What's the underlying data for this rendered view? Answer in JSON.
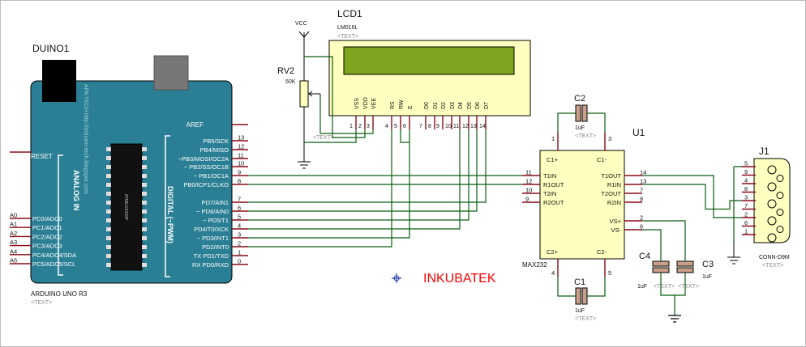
{
  "title_text": "INKUBATEK",
  "colors": {
    "board": "#2a7f95",
    "wire": "#0b5e10",
    "part_fill": "#ffffbf",
    "part_stroke": "#000000",
    "lcd_screen": "#7ea51f",
    "pin_red": "#8a0a16",
    "brand": "#ff0000",
    "placeholder": "#8a8a8a"
  },
  "arduino": {
    "ref": "DUINO1",
    "model": "ARDUINO UNO R3",
    "text_placeholder": "<TEXT>",
    "url": "APA TECH http://arduino-tech.blogspot.com",
    "chip_label": "ATMEGA328P",
    "analog_title": "ANALOG IN",
    "digital_title": "DIGITAL (~PWM)",
    "reset": "RESET",
    "aref": "AREF",
    "analog_pins": [
      {
        "num": "A0",
        "name": "PC0/ADC0"
      },
      {
        "num": "A1",
        "name": "PC1/ADC1"
      },
      {
        "num": "A2",
        "name": "PC2/ADC2"
      },
      {
        "num": "A3",
        "name": "PC3/ADC3"
      },
      {
        "num": "A4",
        "name": "PC4/ADC4/SDA"
      },
      {
        "num": "A5",
        "name": "PC5/ADC5/SCL"
      }
    ],
    "digital_pins": [
      {
        "num": "13",
        "name": "PB5/SCK"
      },
      {
        "num": "12",
        "name": "PB4/MISO"
      },
      {
        "num": "11",
        "name": "~PB3/MOSI/OC2A"
      },
      {
        "num": "10",
        "name": "~ PB2/SS/OC1B"
      },
      {
        "num": "9",
        "name": "~ PB1/OC1A"
      },
      {
        "num": "8",
        "name": "PB0/ICP1/CLKO"
      },
      {
        "num": "7",
        "name": "PD7/AIN1"
      },
      {
        "num": "6",
        "name": "~ PD6/AIN0"
      },
      {
        "num": "5",
        "name": "~ PD5/T1"
      },
      {
        "num": "4",
        "name": "PD4/T0/XCK"
      },
      {
        "num": "3",
        "name": "~ PD3/INT1"
      },
      {
        "num": "2",
        "name": "PD2/INT0"
      },
      {
        "num": "1",
        "name": "TX PD1/TXD"
      },
      {
        "num": "0",
        "name": "RX PD0/RXD"
      }
    ]
  },
  "lcd": {
    "ref": "LCD1",
    "model": "LM016L",
    "text_placeholder": "<TEXT>",
    "pin_names": [
      "VSS",
      "VDD",
      "VEE",
      "RS",
      "RW",
      "E",
      "D0",
      "D1",
      "D2",
      "D3",
      "D4",
      "D5",
      "D6",
      "D7"
    ],
    "pin_numbers": [
      "1",
      "2",
      "3",
      "4",
      "5",
      "6",
      "7",
      "8",
      "9",
      "10",
      "11",
      "12",
      "13",
      "14"
    ]
  },
  "vcc": {
    "label": "VCC"
  },
  "pot": {
    "ref": "RV2",
    "value": "50K",
    "text_placeholder": "<TEXT>"
  },
  "max232": {
    "ref": "U1",
    "model": "MAX232",
    "left_pins": [
      {
        "num": "11",
        "name": "T1IN"
      },
      {
        "num": "12",
        "name": "R1OUT"
      },
      {
        "num": "10",
        "name": "T2IN"
      },
      {
        "num": "9",
        "name": "R2OUT"
      }
    ],
    "right_pins": [
      {
        "num": "14",
        "name": "T1OUT"
      },
      {
        "num": "13",
        "name": "R1IN"
      },
      {
        "num": "7",
        "name": "T2OUT"
      },
      {
        "num": "8",
        "name": "R2IN"
      },
      {
        "num": "2",
        "name": "VS+"
      },
      {
        "num": "6",
        "name": "VS-"
      }
    ],
    "top_pins": [
      {
        "num": "1",
        "name": "C1+"
      },
      {
        "num": "3",
        "name": "C1-"
      }
    ],
    "bottom_pins": [
      {
        "num": "4",
        "name": "C2+"
      },
      {
        "num": "5",
        "name": "C2-"
      }
    ]
  },
  "caps": [
    {
      "ref": "C2",
      "value": "1uF",
      "text_placeholder": "<TEXT>"
    },
    {
      "ref": "C1",
      "value": "1uF",
      "text_placeholder": "<TEXT>"
    },
    {
      "ref": "C4",
      "value": "1uF",
      "text_placeholder": "<TEXT>"
    },
    {
      "ref": "C3",
      "value": "1uF",
      "text_placeholder": "<TEXT>"
    }
  ],
  "connector": {
    "ref": "J1",
    "model": "CONN-D9M",
    "text_placeholder": "<TEXT>",
    "pins": [
      "5",
      "9",
      "4",
      "8",
      "3",
      "7",
      "2",
      "6",
      "1"
    ]
  }
}
